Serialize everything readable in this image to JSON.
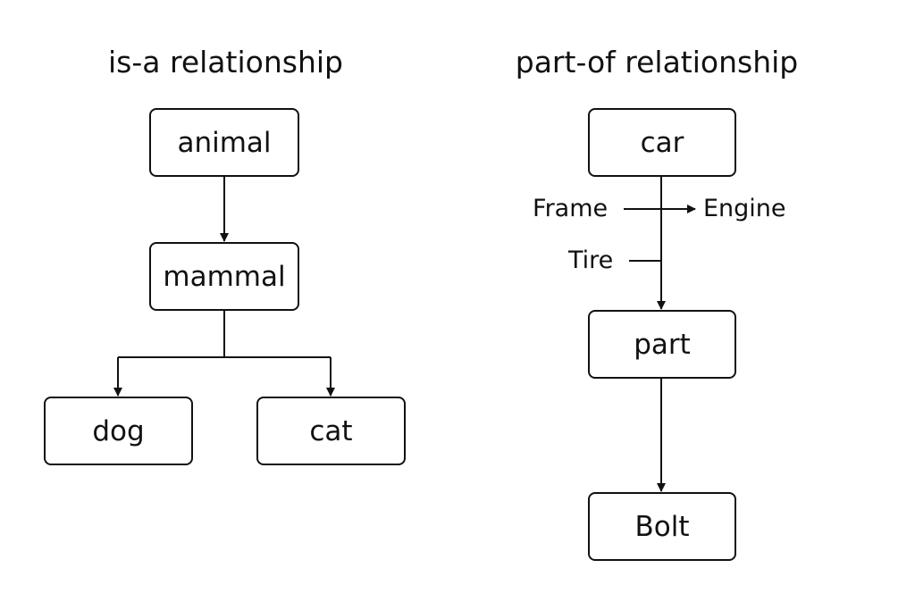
{
  "is_a": {
    "title": "is-a relationship",
    "nodes": {
      "animal": "animal",
      "mammal": "mammal",
      "dog": "dog",
      "cat": "cat"
    },
    "edges": [
      {
        "from": "animal",
        "to": "mammal"
      },
      {
        "from": "mammal",
        "to": "dog"
      },
      {
        "from": "mammal",
        "to": "cat"
      }
    ]
  },
  "part_of": {
    "title": "part-of relationship",
    "nodes": {
      "car": "car",
      "part": "part",
      "bolt": "Bolt"
    },
    "labels": {
      "frame": "Frame",
      "engine": "Engine",
      "tire": "Tire"
    },
    "edges": [
      {
        "from": "car",
        "to": "part"
      },
      {
        "from": "part",
        "to": "bolt"
      },
      {
        "from": "frame",
        "to": "engine"
      },
      {
        "from": "tire",
        "to": "car-part-edge"
      }
    ]
  }
}
